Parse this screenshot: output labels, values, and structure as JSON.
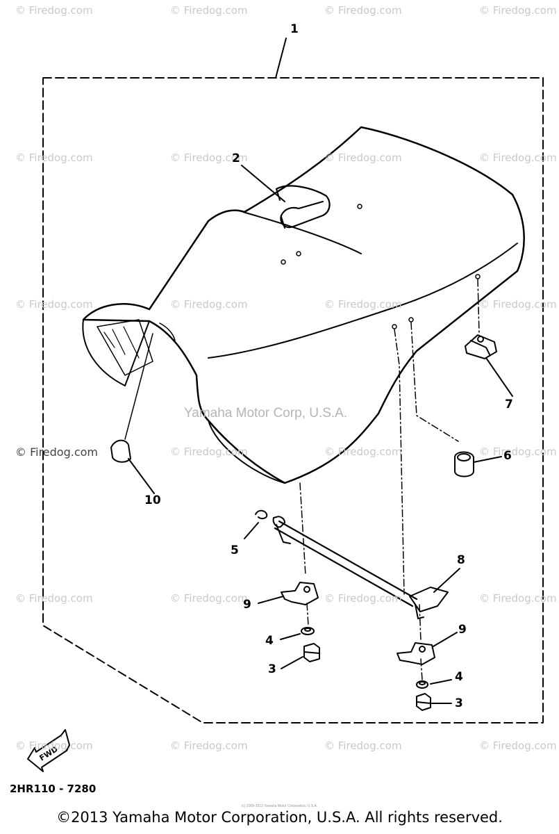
{
  "watermark": "© Firedog.com",
  "center_watermark": "Yamaha Motor Corp, U.S.A.",
  "callouts": {
    "c1": "1",
    "c2": "2",
    "c3a": "3",
    "c3b": "3",
    "c4a": "4",
    "c4b": "4",
    "c5": "5",
    "c6": "6",
    "c7": "7",
    "c8": "8",
    "c9a": "9",
    "c9b": "9",
    "c10": "10"
  },
  "fwd_label": "FWD",
  "part_code": "2HR110 - 7280",
  "tiny_notice": "(c) 2009-2013 Yamaha Motor Corporation, U.S.A.",
  "copyright": "©2013 Yamaha Motor Corporation, U.S.A. All rights reserved.",
  "colors": {
    "line": "#000000",
    "watermark": "#c9c9c9",
    "background": "#ffffff"
  }
}
